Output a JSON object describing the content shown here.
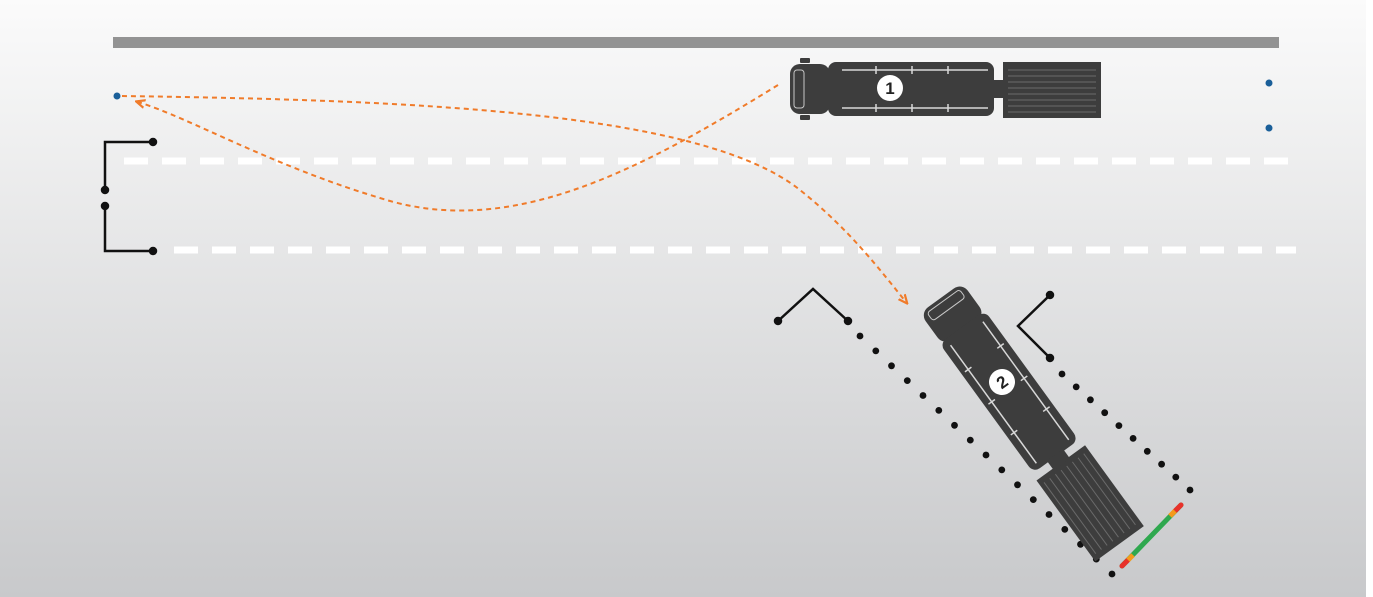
{
  "diagram": {
    "vehicles": [
      {
        "id": "truck-1",
        "label": "1",
        "position": "start"
      },
      {
        "id": "truck-2",
        "label": "2",
        "position": "parked"
      }
    ],
    "colors": {
      "background_top": "#fafafa",
      "background_bottom": "#c9cacc",
      "curb": "#939393",
      "lane_dashes": "#ffffff",
      "path": "#f07b2a",
      "marker_dots": "#1a5f99",
      "truck_body": "#3d3d3d",
      "cone_dots": "#111111",
      "bumper_green": "#2fa84f",
      "bumper_red": "#e8312a",
      "bumper_orange": "#f59a1b"
    },
    "icons": [
      "truck-top-view-icon",
      "waypoint-dot-icon",
      "cone-dot-icon",
      "curb-bracket-icon"
    ]
  }
}
